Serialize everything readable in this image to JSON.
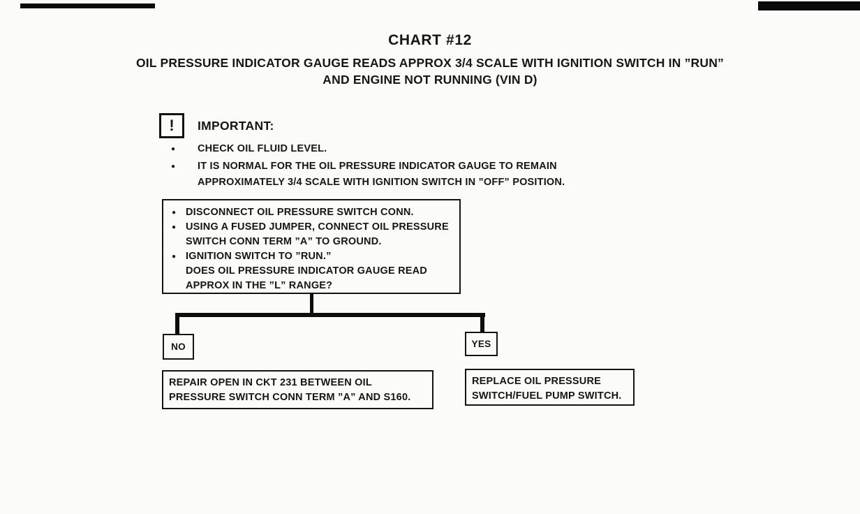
{
  "glyphs": {
    "bullet": "●",
    "important_icon": "!"
  },
  "header": {
    "title": "CHART #12",
    "subtitle": "OIL PRESSURE INDICATOR GAUGE READS APPROX 3/4 SCALE WITH IGNITION SWITCH IN ”RUN”\nAND ENGINE NOT RUNNING (VIN D)"
  },
  "important": {
    "label": "IMPORTANT:",
    "bullets": [
      "CHECK OIL FLUID LEVEL.",
      "IT IS NORMAL FOR THE OIL PRESSURE INDICATOR GAUGE TO REMAIN\nAPPROXIMATELY 3/4 SCALE WITH IGNITION SWITCH IN ”OFF” POSITION."
    ]
  },
  "flow": {
    "decision": {
      "bullets": [
        "DISCONNECT OIL PRESSURE SWITCH CONN.",
        "USING A FUSED JUMPER, CONNECT OIL PRESSURE\nSWITCH CONN TERM ”A” TO GROUND.",
        "IGNITION SWITCH TO ”RUN.”"
      ],
      "question": "DOES OIL PRESSURE INDICATOR GAUGE READ\nAPPROX IN THE ”L” RANGE?"
    },
    "no_label": "NO",
    "yes_label": "YES",
    "no_result": "REPAIR OPEN IN CKT 231 BETWEEN OIL\nPRESSURE SWITCH CONN TERM ”A” AND S160.",
    "yes_result": "REPLACE OIL PRESSURE\nSWITCH/FUEL PUMP SWITCH."
  }
}
